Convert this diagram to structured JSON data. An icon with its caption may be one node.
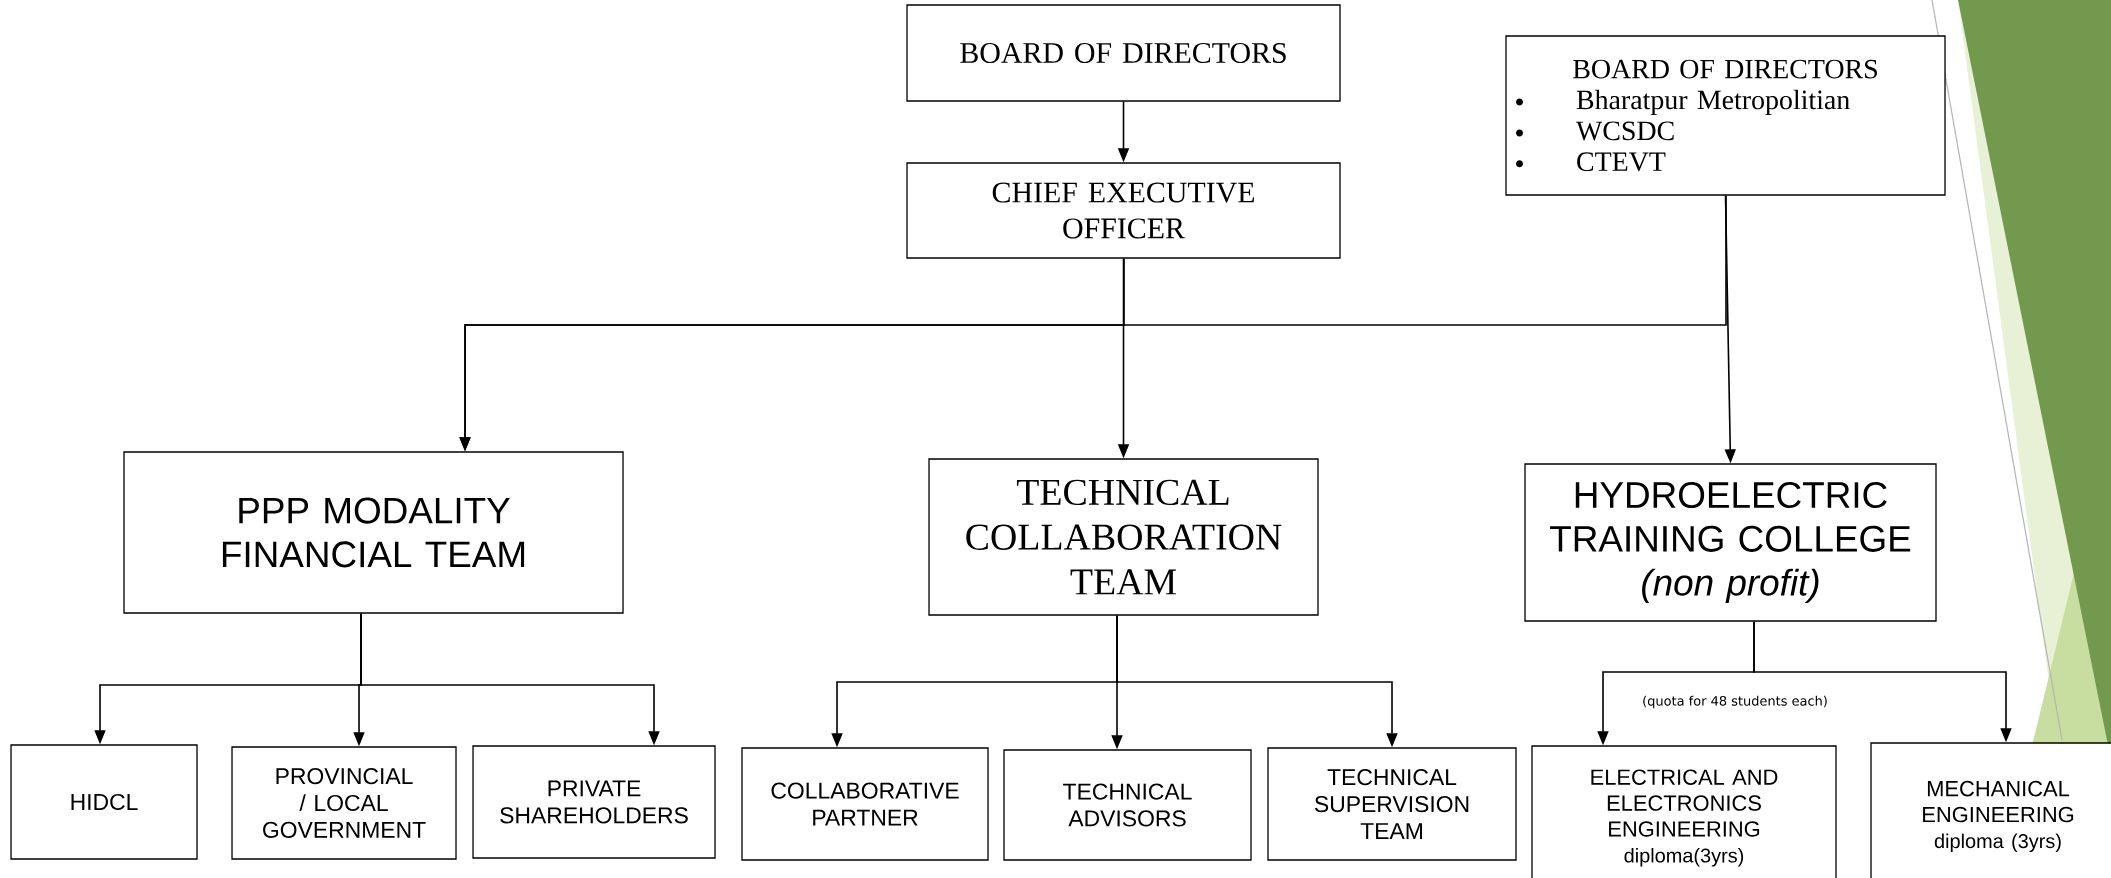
{
  "diagram": {
    "nodes": [
      {
        "text": [
          "BOARD OF DIRECTORS"
        ]
      },
      {
        "text": [
          "BOARD OF DIRECTORS",
          "Bharatpur Metropolitian",
          "WCSDC",
          "CTEVT"
        ]
      },
      {
        "text": [
          "CHIEF EXECUTIVE OFFICER"
        ]
      },
      {
        "text": [
          "PPP MODALITY FINANCIAL TEAM"
        ]
      },
      {
        "text": [
          "TECHNICAL COLLABORATION TEAM"
        ]
      },
      {
        "text": [
          "HYDROELECTRIC TRAINING COLLEGE",
          "(non profit)"
        ]
      },
      {
        "text": [
          "HIDCL"
        ]
      },
      {
        "text": [
          "PROVINCIAL / LOCAL GOVERNMENT"
        ]
      },
      {
        "text": [
          "PRIVATE SHAREHOLDERS"
        ]
      },
      {
        "text": [
          "COLLABORATIVE PARTNER"
        ]
      },
      {
        "text": [
          "TECHNICAL ADVISORS"
        ]
      },
      {
        "text": [
          "TECHNICAL SUPERVISION TEAM"
        ]
      },
      {
        "text": [
          "ELECTRICAL AND ELECTRONICS ENGINEERING",
          "diploma(3yrs)"
        ]
      },
      {
        "text": [
          "MECHANICAL ENGINEERING",
          "diploma (3yrs)"
        ]
      }
    ],
    "edges": [
      {
        "from": 0,
        "to": 2,
        "arrow": "to"
      },
      {
        "from": 2,
        "to": 4,
        "arrow": "to"
      },
      {
        "from": 1,
        "to": 5,
        "arrow": "to"
      },
      {
        "from": 1,
        "to": 3,
        "arrow": "to"
      },
      {
        "from": 2,
        "to": 3,
        "arrow": "to"
      },
      {
        "from": 3,
        "to": 6,
        "arrow": "to"
      },
      {
        "from": 3,
        "to": 7,
        "arrow": "to"
      },
      {
        "from": 3,
        "to": 8,
        "arrow": "to"
      },
      {
        "from": 4,
        "to": 9,
        "arrow": "to"
      },
      {
        "from": 4,
        "to": 10,
        "arrow": "to"
      },
      {
        "from": 4,
        "to": 11,
        "arrow": "to"
      },
      {
        "from": 5,
        "to": 12,
        "arrow": "to"
      },
      {
        "from": 5,
        "to": 13,
        "arrow": "to"
      }
    ],
    "labels": [
      "(quota for 48 students each)"
    ]
  }
}
